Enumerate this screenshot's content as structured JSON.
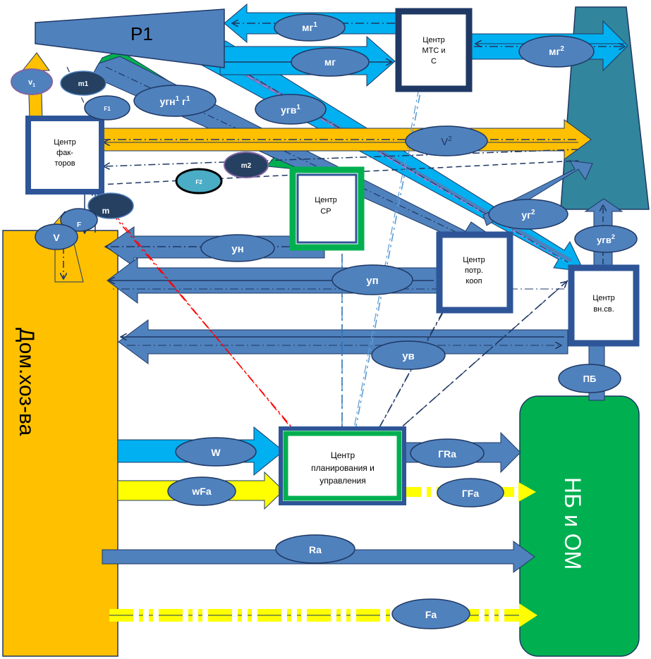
{
  "nodes": {
    "p1": "Р1",
    "households": "Дом.хоз-ва",
    "nb_om": "НБ и ОМ",
    "center_factors": [
      "Центр",
      "фак-",
      "торов"
    ],
    "center_mts": [
      "Центр",
      "МТС и",
      "С"
    ],
    "center_sr": [
      "Центр",
      "СР"
    ],
    "center_coop": [
      "Центр",
      "потр.",
      "кооп"
    ],
    "center_ext": [
      "Центр",
      "вн.св."
    ],
    "center_planning": [
      "Центр",
      "планирования и",
      "управления"
    ]
  },
  "flows": {
    "mg1": "мг",
    "mg1_sup": "1",
    "mg": "мг",
    "mg2": "мг",
    "mg2_sup": "2",
    "ugn": "угн",
    "ugn_sup": "1",
    "ugn_r": " г",
    "ugn_r_sup": "1",
    "ugv1": "угв",
    "ugv1_sup": "1",
    "v1": "v",
    "v1_sub": "1",
    "m1": "m1",
    "f1": "F1",
    "v2": "V",
    "v2_sup": "2",
    "m2": "m2",
    "f2": "F2",
    "m": "m",
    "f": "F",
    "v": "V",
    "un": "ун",
    "up": "уп",
    "uv": "ув",
    "ug2": "уг",
    "ug2_sup": "2",
    "ugv2": "угв",
    "ugv2_sup": "2",
    "pb": "ПБ",
    "w": "W",
    "wfa": "wFa",
    "gra": "ГRa",
    "gfa": "ГFa",
    "ra": "Ra",
    "fa": "Fa"
  },
  "colors": {
    "steel_blue": "#4f81bd",
    "dark_blue": "#1f3864",
    "light_blue": "#00b0f0",
    "orange": "#ffc000",
    "green": "#00b050",
    "yellow": "#ffff00",
    "teal": "#4bacc6",
    "red": "#ff0000"
  }
}
